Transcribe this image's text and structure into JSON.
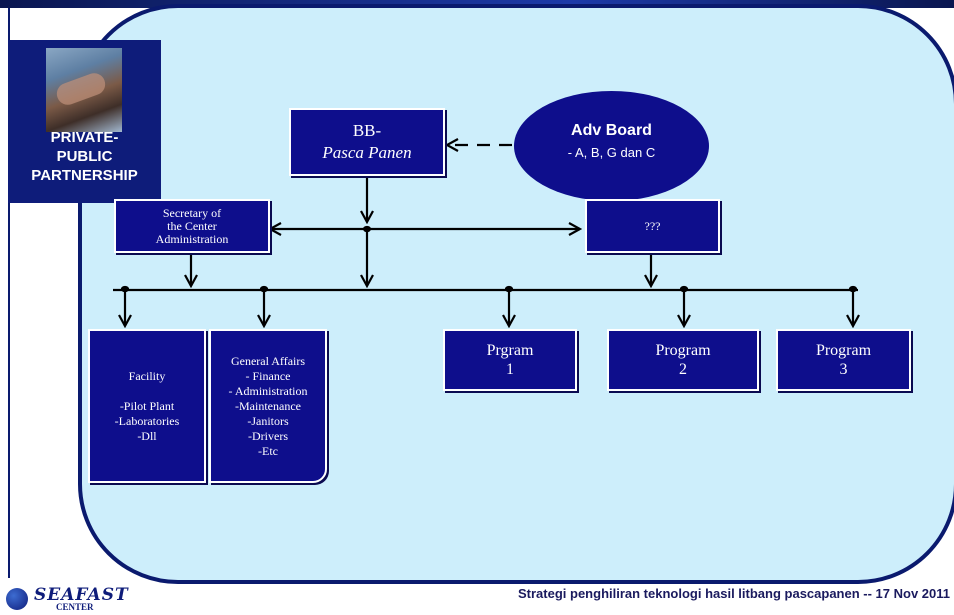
{
  "slide": {
    "footer": "Strategi penghiliran teknologi hasil litbang pascapanen   -- 17 Nov 2011",
    "logo_name": "SEAFAST",
    "logo_sub": "CENTER",
    "colors": {
      "box": "#0e0e8c",
      "panel": "#cdeefb",
      "border": "#0a1a6e"
    }
  },
  "badge": {
    "text": "PRIVATE-\nPUBLIC\nPARTNERSHIP",
    "icon": "handshake-photo"
  },
  "nodes": {
    "bb_line1": "BB-",
    "bb_line2": "Pasca Panen",
    "adv_title": "Adv Board",
    "adv_sub": "- A, B, G dan C",
    "secretary": "Secretary of\nthe Center\nAdministration",
    "unknown": "???",
    "facility": "Facility\n\n-Pilot Plant\n-Laboratories\n-Dll",
    "general": "General Affairs\n- Finance\n- Administration\n-Maintenance\n-Janitors\n-Drivers\n-Etc",
    "program1": "Prgram\n1",
    "program2": "Program\n2",
    "program3": "Program\n3"
  }
}
